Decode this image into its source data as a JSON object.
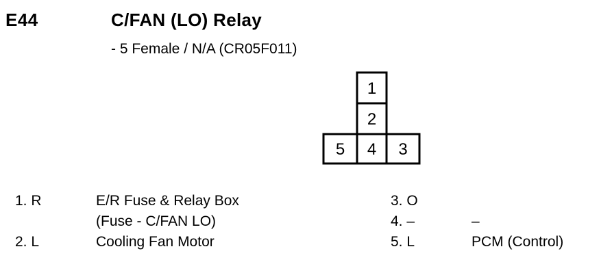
{
  "connector": {
    "code": "E44",
    "title": "C/FAN (LO) Relay",
    "subtitle": "- 5 Female / N/A (CR05F011)",
    "pins": [
      "1",
      "2",
      "3",
      "4",
      "5"
    ]
  },
  "pins_left": [
    {
      "pin": "1. R",
      "desc": "E/R Fuse & Relay Box",
      "desc2": "(Fuse - C/FAN LO)"
    },
    {
      "pin": "2. L",
      "desc": "Cooling Fan Motor"
    }
  ],
  "pins_right": [
    {
      "pin": "3. O",
      "desc": ""
    },
    {
      "pin": "4. –",
      "desc": "–"
    },
    {
      "pin": "5. L",
      "desc": "PCM (Control)"
    }
  ]
}
